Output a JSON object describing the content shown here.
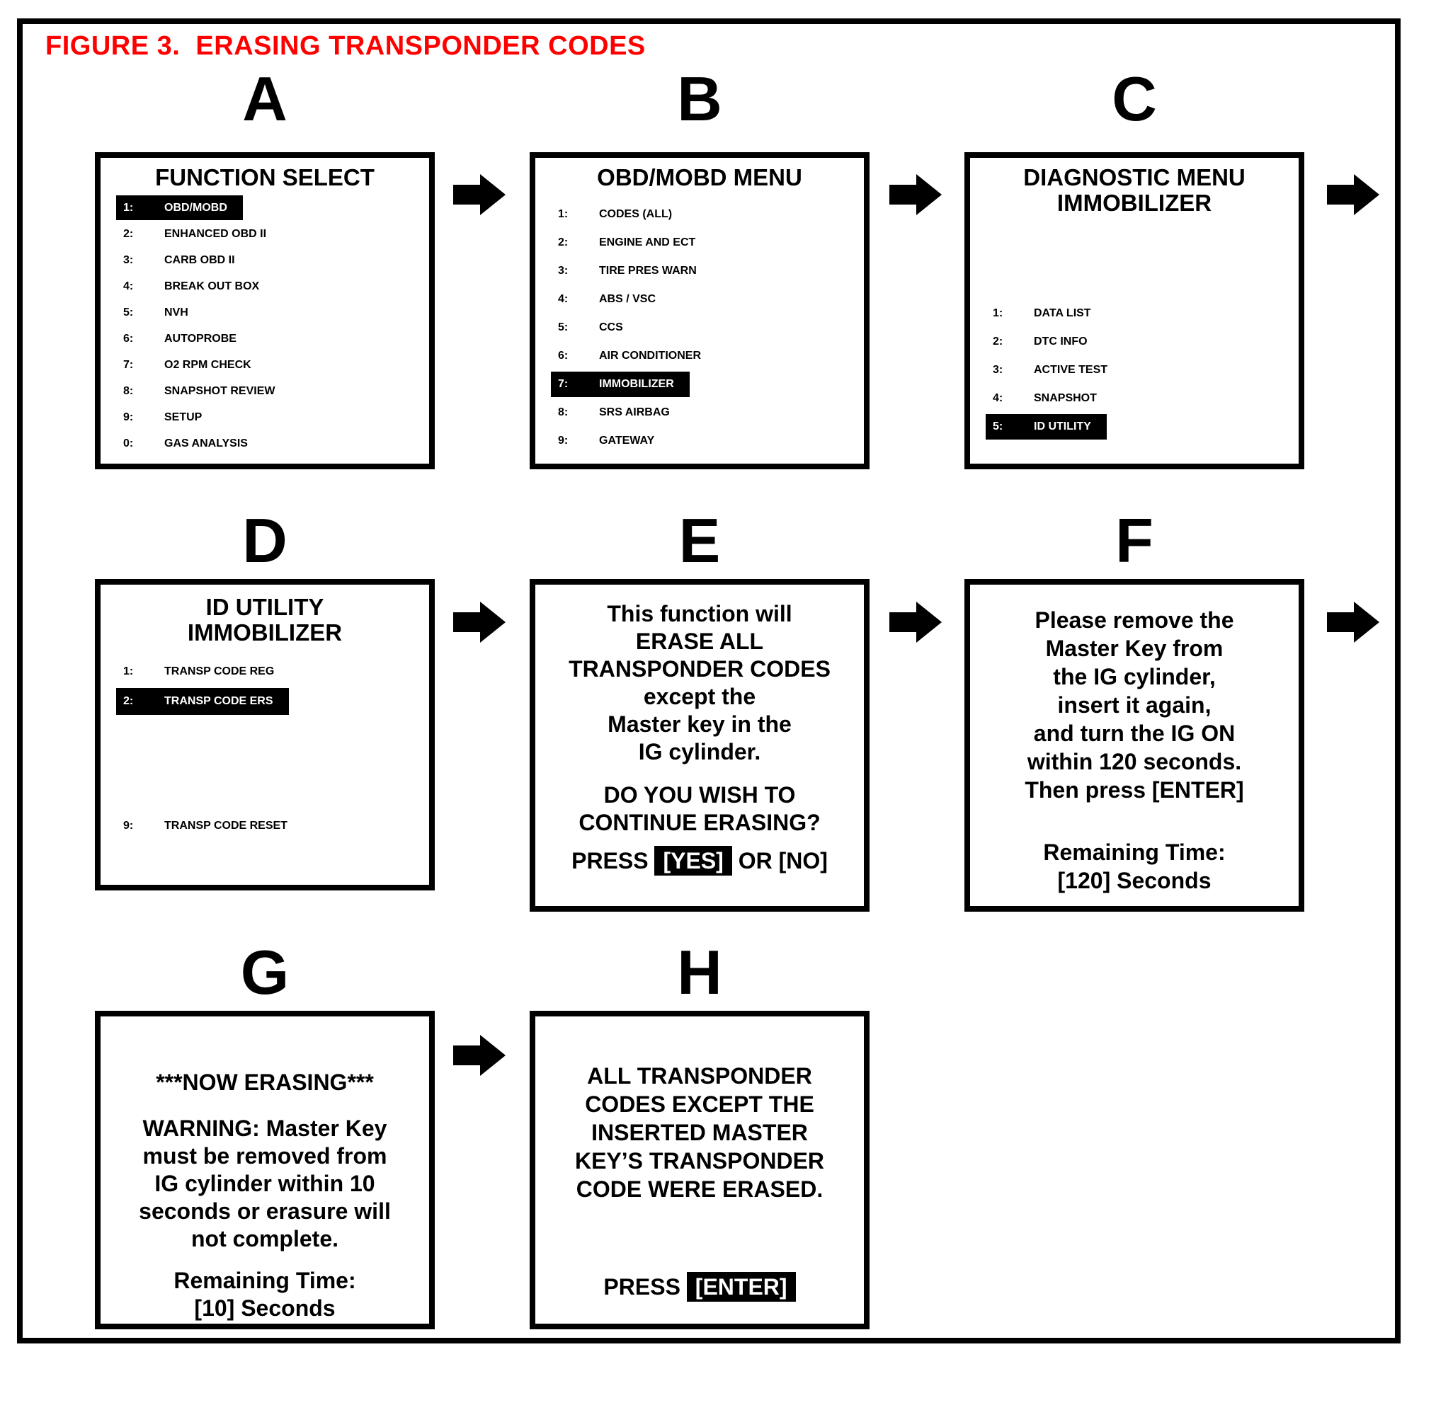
{
  "figure_title": "FIGURE 3.  ERASING TRANSPONDER CODES",
  "colors": {
    "accent_red": "#FF0000",
    "ink": "#000000",
    "paper": "#FFFFFF"
  },
  "icons": {
    "flow_arrow": "right-arrow"
  },
  "panels": {
    "a": {
      "letter": "A",
      "title1": "FUNCTION SELECT",
      "items": [
        {
          "num": "1:",
          "label": "OBD/MOBD",
          "hl": true
        },
        {
          "num": "2:",
          "label": "ENHANCED OBD II"
        },
        {
          "num": "3:",
          "label": "CARB OBD II"
        },
        {
          "num": "4:",
          "label": "BREAK OUT BOX"
        },
        {
          "num": "5:",
          "label": "NVH"
        },
        {
          "num": "6:",
          "label": "AUTOPROBE"
        },
        {
          "num": "7:",
          "label": "O2 RPM CHECK"
        },
        {
          "num": "8:",
          "label": "SNAPSHOT REVIEW"
        },
        {
          "num": "9:",
          "label": "SETUP"
        },
        {
          "num": "0:",
          "label": "GAS ANALYSIS"
        }
      ]
    },
    "b": {
      "letter": "B",
      "title1": "OBD/MOBD MENU",
      "items": [
        {
          "num": "1:",
          "label": "CODES (ALL)"
        },
        {
          "num": "2:",
          "label": "ENGINE AND ECT"
        },
        {
          "num": "3:",
          "label": "TIRE PRES WARN"
        },
        {
          "num": "4:",
          "label": "ABS / VSC"
        },
        {
          "num": "5:",
          "label": "CCS"
        },
        {
          "num": "6:",
          "label": "AIR CONDITIONER"
        },
        {
          "num": "7:",
          "label": "IMMOBILIZER",
          "hl": true
        },
        {
          "num": "8:",
          "label": "SRS AIRBAG"
        },
        {
          "num": "9:",
          "label": "GATEWAY"
        }
      ]
    },
    "c": {
      "letter": "C",
      "title1": "DIAGNOSTIC MENU",
      "title2": "IMMOBILIZER",
      "items": [
        {
          "num": "1:",
          "label": "DATA LIST"
        },
        {
          "num": "2:",
          "label": "DTC INFO"
        },
        {
          "num": "3:",
          "label": "ACTIVE TEST"
        },
        {
          "num": "4:",
          "label": "SNAPSHOT"
        },
        {
          "num": "5:",
          "label": "ID UTILITY",
          "hl": true
        }
      ]
    },
    "d": {
      "letter": "D",
      "title1": "ID UTILITY",
      "title2": "IMMOBILIZER",
      "items": [
        {
          "num": "1:",
          "label": "TRANSP CODE REG"
        },
        {
          "num": "2:",
          "label": "TRANSP CODE ERS",
          "hl": true
        }
      ],
      "item9": {
        "num": "9:",
        "label": "TRANSP CODE RESET"
      }
    },
    "e": {
      "letter": "E",
      "lines": [
        "This function will",
        "ERASE ALL",
        "TRANSPONDER CODES",
        "except the",
        "Master key in the",
        "IG cylinder."
      ],
      "question": [
        "DO YOU WISH TO",
        "CONTINUE ERASING?"
      ],
      "press_prefix": "PRESS",
      "press_key": "[YES]",
      "press_suffix": "OR [NO]"
    },
    "f": {
      "letter": "F",
      "lines": [
        "Please remove the",
        "Master Key from",
        "the IG cylinder,",
        "insert it again,",
        "and turn the IG ON",
        "within 120 seconds.",
        "Then press [ENTER]"
      ],
      "remaining1": "Remaining Time:",
      "remaining2": "[120] Seconds"
    },
    "g": {
      "letter": "G",
      "line1": "***NOW ERASING***",
      "warning": [
        "WARNING: Master Key",
        "must be removed from",
        "IG cylinder within 10",
        "seconds or erasure will",
        "not complete."
      ],
      "remaining1": "Remaining Time:",
      "remaining2": "[10] Seconds"
    },
    "h": {
      "letter": "H",
      "lines": [
        "ALL TRANSPONDER",
        "CODES EXCEPT THE",
        "INSERTED MASTER",
        "KEY’S TRANSPONDER",
        "CODE WERE ERASED."
      ],
      "press_prefix": "PRESS",
      "press_key": "[ENTER]"
    }
  }
}
